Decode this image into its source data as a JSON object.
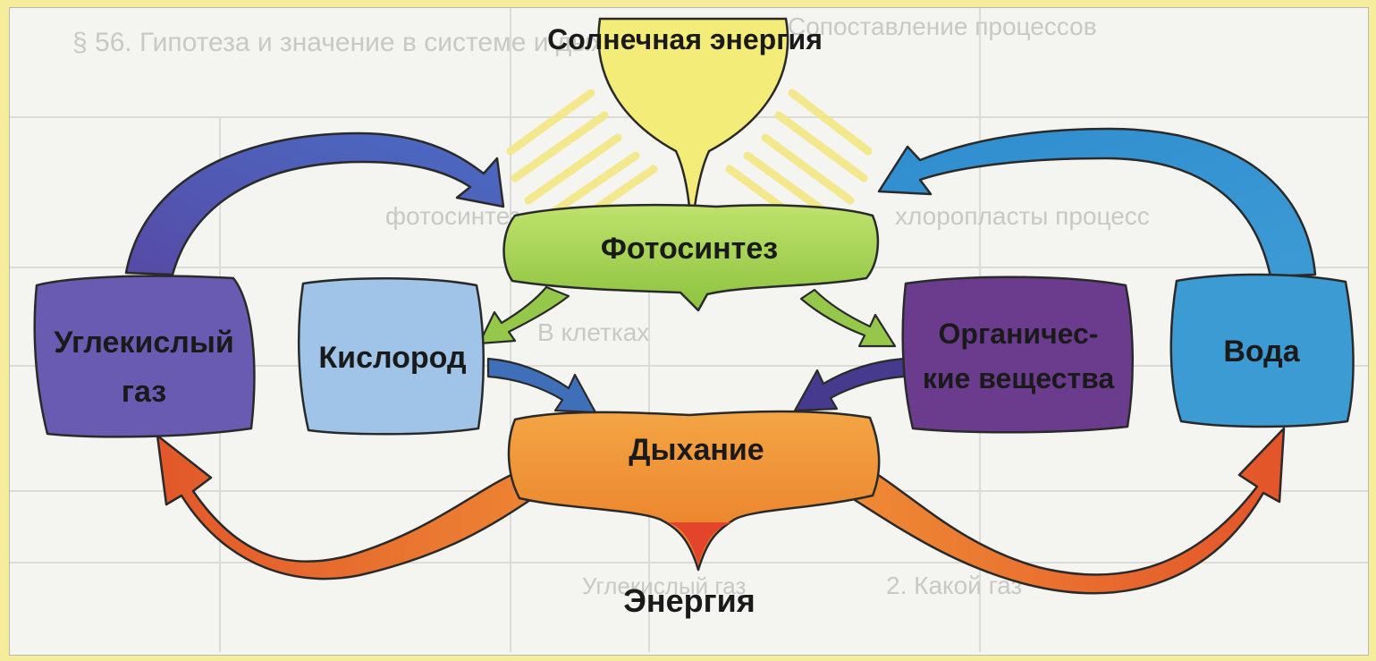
{
  "diagram": {
    "sun_label": "Солнечная энергия",
    "photosynthesis": "Фотосинтез",
    "respiration": "Дыхание",
    "energy": "Энергия",
    "boxes": {
      "co2": [
        "Углекислый",
        "газ"
      ],
      "oxygen": "Кислород",
      "organic": [
        "Органичес-",
        "кие вещества"
      ],
      "water": "Вода"
    },
    "colors": {
      "sun": "#f4ec78",
      "photosynthesis": "#a4d14e",
      "respiration": "#ee8a2e",
      "co2": "#6a5bb2",
      "oxygen": "#9fc4e8",
      "organic": "#6b3c8e",
      "water": "#3c9bd2"
    }
  },
  "background_text": [
    "§ 56. Гипотеза и значение в системе и дыхания",
    "Сопоставление процессов",
    "хлоропласты процесс",
    "фотосинтез",
    "В клетках",
    "2. Какой газ",
    "Углекислый газ"
  ]
}
